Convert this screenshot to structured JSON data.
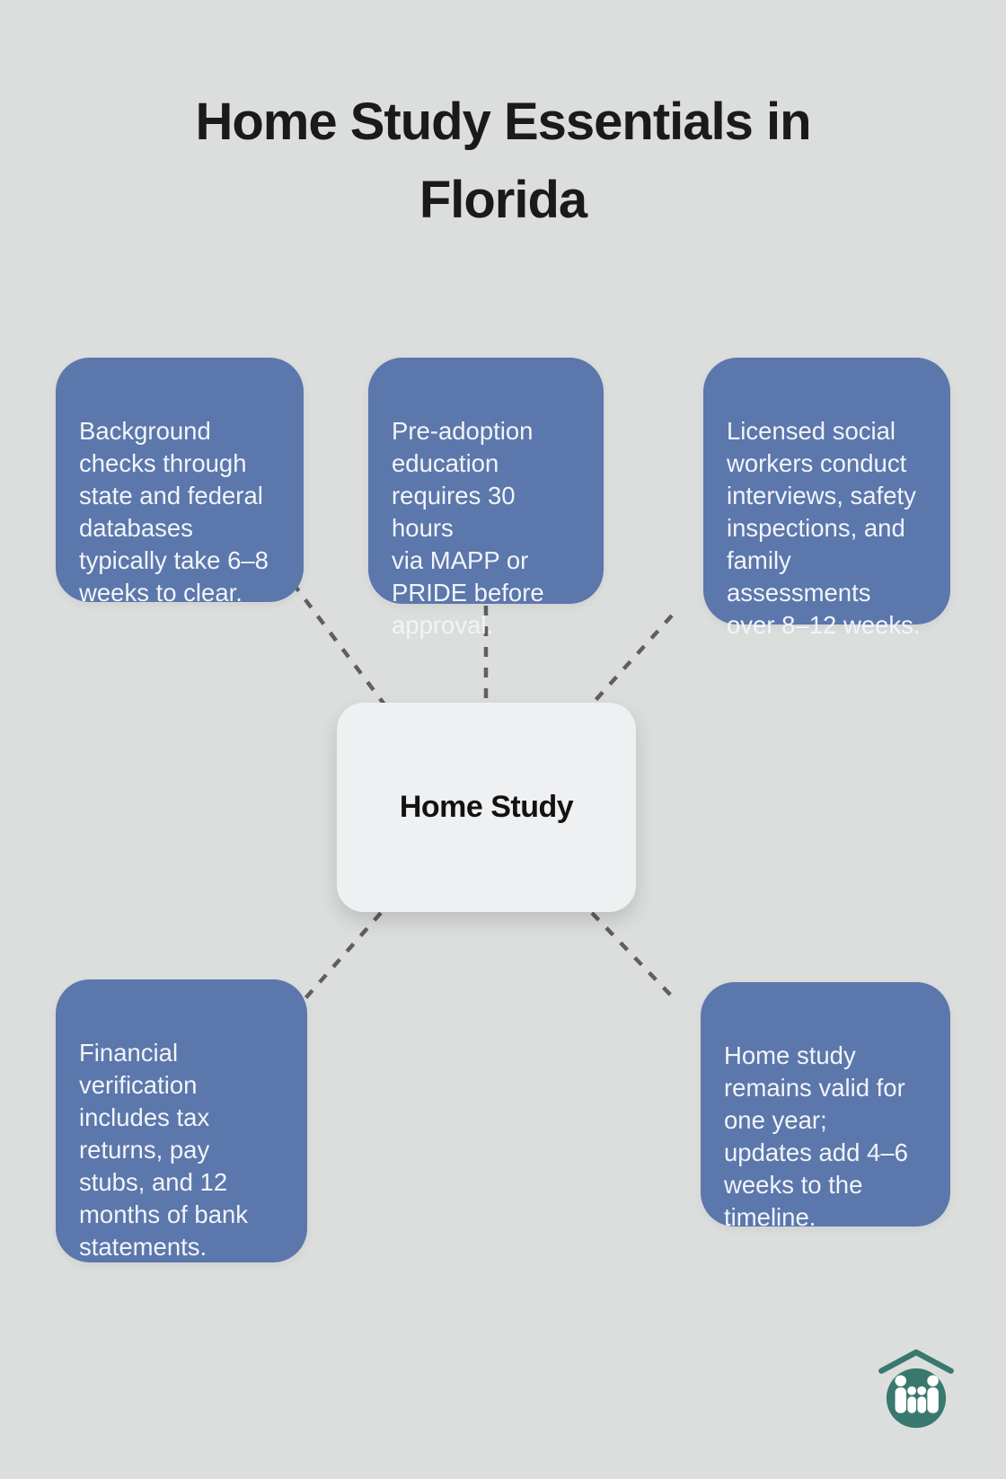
{
  "title": "Home Study Essentials in Florida",
  "center": {
    "label": "Home Study"
  },
  "nodes": [
    {
      "id": "background-checks",
      "text": "Background\nchecks through\nstate and federal\ndatabases\ntypically take 6–8\nweeks to clear."
    },
    {
      "id": "pre-adoption-education",
      "text": "Pre-adoption\neducation\nrequires 30 hours\nvia MAPP or\nPRIDE before\napproval."
    },
    {
      "id": "social-worker-process",
      "text": "Licensed social\nworkers conduct\ninterviews, safety\ninspections, and\nfamily\nassessments\nover 8–12 weeks."
    },
    {
      "id": "financial-verification",
      "text": "Financial\nverification\nincludes tax\nreturns, pay\nstubs, and 12\nmonths of bank\nstatements."
    },
    {
      "id": "validity-period",
      "text": "Home study\nremains valid for\none year;\nupdates add 4–6\nweeks to the\ntimeline."
    }
  ],
  "colors": {
    "bg": "#dcdedd",
    "node-blue": "#5b77ac",
    "node-text": "#f2f4f8",
    "center-bg": "#eef0f1",
    "center-text": "#121212",
    "title-color": "#1a1a1a",
    "connector": "#5f5f5f",
    "logo-teal": "#3a786f"
  },
  "icons": {
    "logo": "family-under-roof-logo"
  }
}
